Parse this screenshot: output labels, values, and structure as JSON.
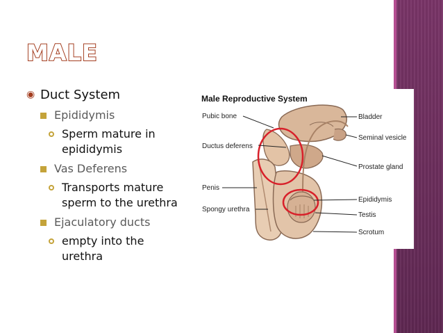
{
  "slide": {
    "title": "MALE",
    "sections": [
      {
        "label": "Duct System",
        "items": [
          {
            "label": "Epididymis",
            "details": [
              "Sperm mature in epididymis"
            ]
          },
          {
            "label": "Vas Deferens",
            "details": [
              "Transports mature sperm to the urethra"
            ]
          },
          {
            "label": "Ejaculatory ducts",
            "details": [
              "empty into the urethra"
            ]
          }
        ]
      }
    ]
  },
  "figure": {
    "title": "Male Reproductive System",
    "labels": {
      "pubic_bone": "Pubic bone",
      "bladder": "Bladder",
      "seminal_vesicle": "Seminal vesicle",
      "ductus_deferens": "Ductus deferens",
      "prostate_gland": "Prostate gland",
      "penis": "Penis",
      "epididymis": "Epididymis",
      "spongy_urethra": "Spongy urethra",
      "testis": "Testis",
      "scrotum": "Scrotum"
    }
  },
  "colors": {
    "accent_band": "#6e2f5f",
    "band_stripe": "#b44e91",
    "title_outline": "#a33d1f",
    "bullet": "#c4a33a",
    "highlight_circle": "#d8202a"
  }
}
